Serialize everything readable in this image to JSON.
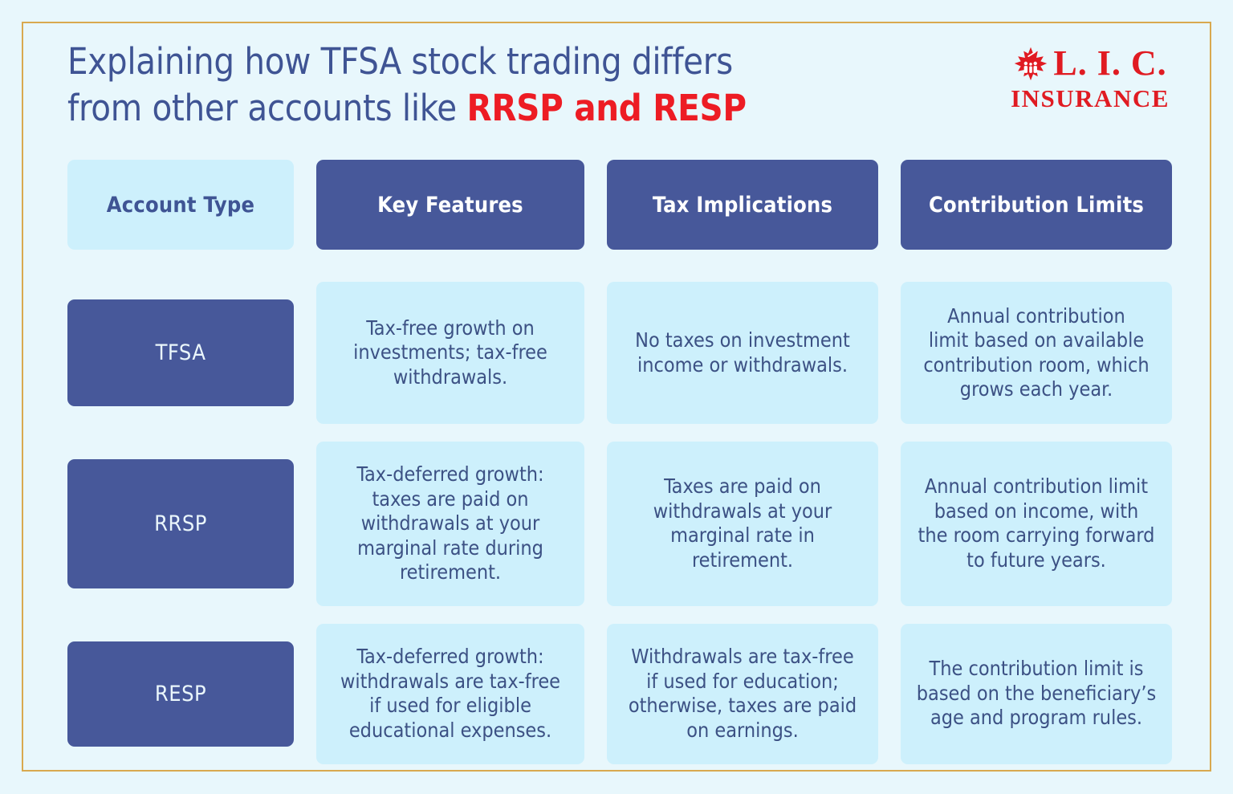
{
  "colors": {
    "page_background": "#e8f7fc",
    "frame_border": "#d9a94f",
    "dark_blue": "#47589a",
    "light_blue": "#cdf0fc",
    "title_text": "#3f5494",
    "accent_red": "#ed1c24",
    "body_text": "#3c5184"
  },
  "title": {
    "line1": "Explaining how TFSA stock trading differs",
    "line2_prefix": "from other accounts like ",
    "line2_accent": "RRSP and RESP"
  },
  "logo": {
    "leaf_icon": "maple-leaf-family-icon",
    "name": "L. I. C.",
    "subtitle": "INSURANCE"
  },
  "table": {
    "headers": [
      "Account Type",
      "Key Features",
      "Tax Implications",
      "Contribution Limits"
    ],
    "rows": [
      {
        "account": "TFSA",
        "key_features": "Tax-free growth on\ninvestments; tax-free\nwithdrawals.",
        "tax_implications": "No taxes on investment\nincome or withdrawals.",
        "contribution_limits": "Annual contribution\nlimit based on available\ncontribution room, which\ngrows each year."
      },
      {
        "account": "RRSP",
        "key_features": "Tax-deferred growth:\ntaxes are paid on\nwithdrawals at your\nmarginal rate during\nretirement.",
        "tax_implications": "Taxes are paid on\nwithdrawals at your\nmarginal rate in\nretirement.",
        "contribution_limits": "Annual contribution limit\nbased on income, with\nthe room carrying forward\nto future years."
      },
      {
        "account": "RESP",
        "key_features": "Tax-deferred growth:\nwithdrawals are tax-free\nif used for eligible\neducational expenses.",
        "tax_implications": "Withdrawals are tax-free\nif used for education;\notherwise, taxes are paid\non earnings.",
        "contribution_limits": "The contribution limit is\nbased on the beneficiary’s\nage and program rules."
      }
    ]
  }
}
